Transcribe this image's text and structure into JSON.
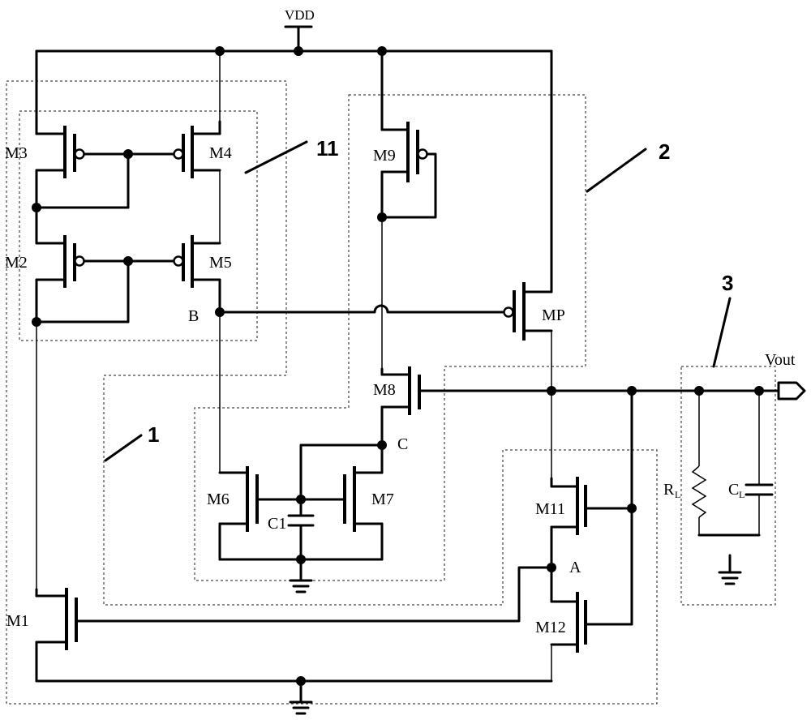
{
  "labels": {
    "vdd": "VDD",
    "m1": "M1",
    "m2": "M2",
    "m3": "M3",
    "m4": "M4",
    "m5": "M5",
    "m6": "M6",
    "m7": "M7",
    "m8": "M8",
    "m9": "M9",
    "m11": "M11",
    "m12": "M12",
    "mp": "MP",
    "c1": "C1",
    "rl_main": "R",
    "rl_sub": "L",
    "cl_main": "C",
    "cl_sub": "L",
    "node_a": "A",
    "node_b": "B",
    "node_c": "C",
    "vout": "Vout",
    "block1": "1",
    "block11": "11",
    "block2": "2",
    "block3": "3"
  }
}
